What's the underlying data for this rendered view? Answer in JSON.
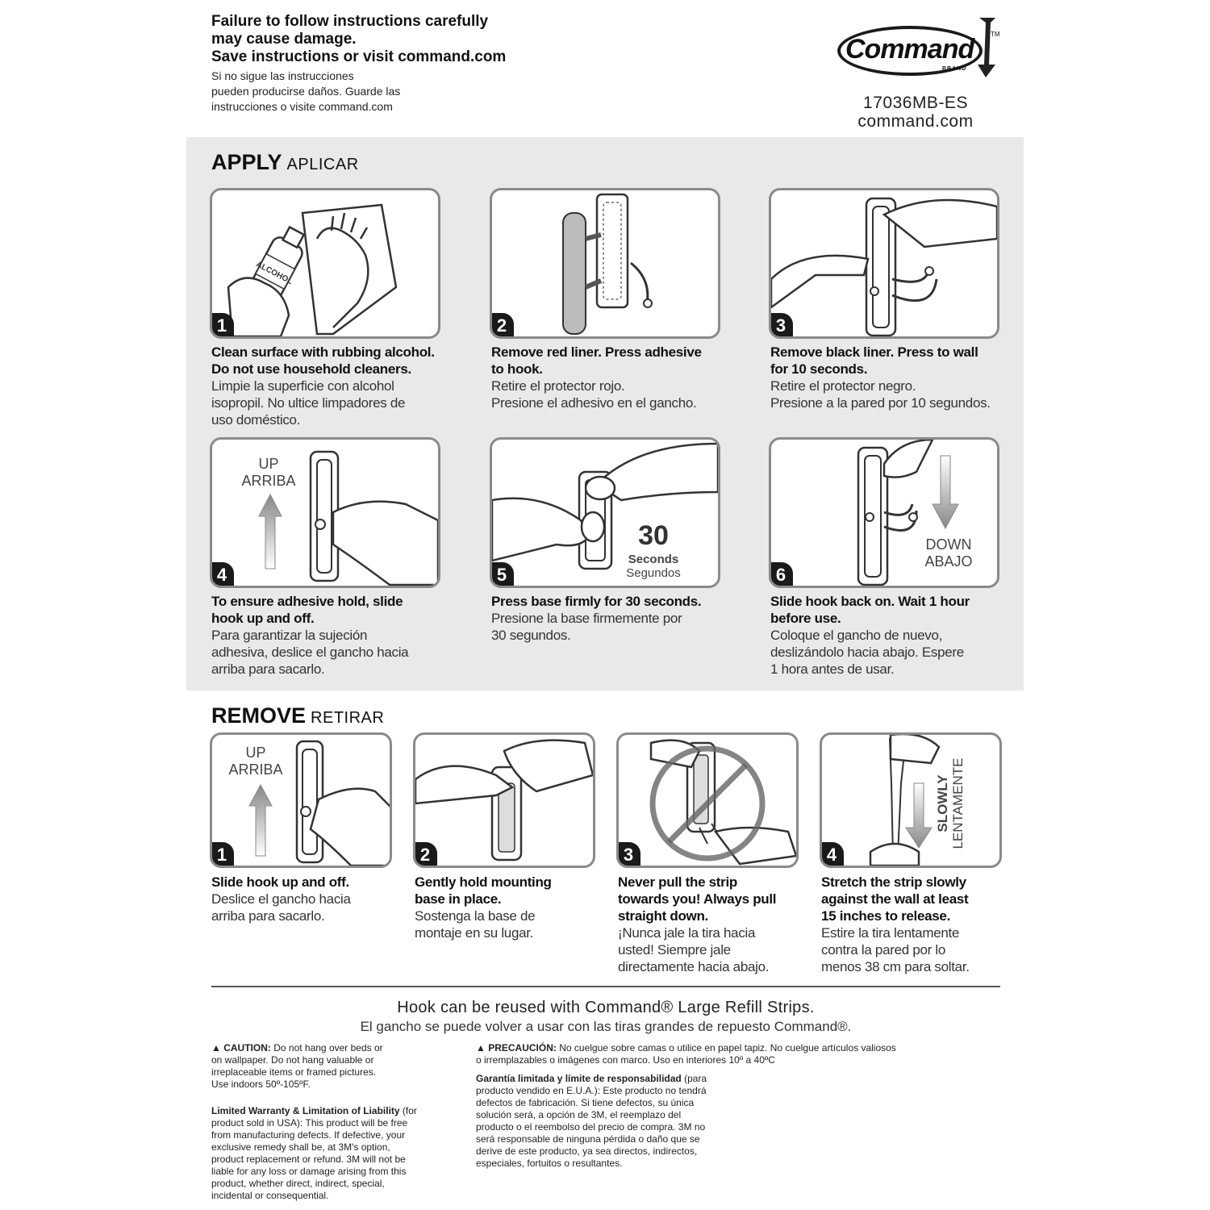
{
  "header": {
    "warning_en": [
      "Failure to follow instructions carefully",
      "may cause damage.",
      "Save instructions or visit command.com"
    ],
    "warning_es": [
      "Si no sigue las instrucciones",
      "pueden producirse daños. Guarde las",
      "instrucciones o visite command.com"
    ],
    "logo_word": "Command",
    "logo_sub": "BRAND",
    "logo_tm": "TM",
    "model": "17036MB-ES",
    "site": "command.com"
  },
  "apply": {
    "title": "APPLY",
    "subtitle": "APLICAR",
    "steps": [
      {
        "num": "1",
        "en": [
          "Clean surface with rubbing alcohol.",
          "Do not use household cleaners."
        ],
        "es": [
          "Limpie la superficie con alcohol",
          "isopropil. No ultice limpadores de",
          "uso doméstico."
        ],
        "bottle_label": "ALCOHOL"
      },
      {
        "num": "2",
        "en": [
          "Remove red liner. Press adhesive",
          "to hook."
        ],
        "es": [
          "Retire el protector rojo.",
          "Presione el adhesivo en el gancho."
        ]
      },
      {
        "num": "3",
        "en": [
          "Remove black liner. Press to wall",
          "for 10 seconds."
        ],
        "es": [
          "Retire el protector negro.",
          "Presione a la pared por 10 segundos."
        ]
      },
      {
        "num": "4",
        "en": [
          "To ensure adhesive hold, slide",
          "hook up and off."
        ],
        "es": [
          "Para garantizar la sujeción",
          "adhesiva, deslice el gancho hacia",
          "arriba para sacarlo."
        ],
        "label_en": "UP",
        "label_es": "ARRIBA"
      },
      {
        "num": "5",
        "en": [
          "Press base firmly for 30 seconds."
        ],
        "es": [
          "Presione la base firmemente por",
          "30 segundos."
        ],
        "big": "30",
        "label_en": "Seconds",
        "label_es": "Segundos"
      },
      {
        "num": "6",
        "en": [
          "Slide hook back on. Wait 1 hour",
          "before use."
        ],
        "es": [
          "Coloque el gancho de nuevo,",
          "deslizándolo hacia abajo. Espere",
          "1 hora antes de usar."
        ],
        "label_en": "DOWN",
        "label_es": "ABAJO"
      }
    ]
  },
  "remove": {
    "title": "REMOVE",
    "subtitle": "RETIRAR",
    "steps": [
      {
        "num": "1",
        "en": [
          "Slide hook up and off."
        ],
        "es": [
          "Deslice el gancho hacia",
          "arriba para sacarlo."
        ],
        "label_en": "UP",
        "label_es": "ARRIBA"
      },
      {
        "num": "2",
        "en": [
          "Gently hold mounting",
          "base in place."
        ],
        "es": [
          "Sostenga la base de",
          "montaje en su lugar."
        ]
      },
      {
        "num": "3",
        "en": [
          "Never pull the strip",
          "towards you! Always pull",
          "straight down."
        ],
        "es": [
          "¡Nunca jale la tira hacia",
          "usted! Siempre jale",
          "directamente hacia abajo."
        ]
      },
      {
        "num": "4",
        "en": [
          "Stretch the strip slowly",
          "against the wall at least",
          "15 inches to release."
        ],
        "es": [
          "Estire la tira lentamente",
          "contra la pared por lo",
          "menos 38 cm para soltar."
        ],
        "label_en": "SLOWLY",
        "label_es": "LENTAMENTE"
      }
    ]
  },
  "footer": {
    "reuse_en": "Hook can be reused with Command® Large Refill Strips.",
    "reuse_es": "El gancho se puede volver a usar con las tiras grandes de repuesto Command®.",
    "caution_head": "▲ CAUTION:",
    "caution_text": [
      "Do not hang over beds or",
      "on wallpaper. Do not hang valuable or",
      "irreplaceable items or framed pictures.",
      "Use indoors 50º-105ºF."
    ],
    "warranty_head": "Limited Warranty & Limitation of Liability",
    "warranty_text": [
      "(for",
      "product sold in USA): This product will be free",
      "from manufacturing defects. If defective, your",
      "exclusive remedy shall be, at 3M's option,",
      "product replacement or refund. 3M will not be",
      "liable for any loss or damage arising from this",
      "product, whether direct, indirect, special,",
      "incidental or consequential."
    ],
    "precaucion_head": "▲ PRECAUCIÓN:",
    "precaucion_text": [
      "No cuelgue sobre camas o utilice en papel tapiz. No cuelgue artículos valiosos",
      "o irremplazables o imágenes con marco. Uso en interiores 10º a 40ºC"
    ],
    "garantia_head": "Garantía limitada y límite de responsabilidad",
    "garantia_text": [
      "(para",
      "producto vendido en E.U.A.): Este producto no tendrá",
      "defectos de fabricación. Si tiene defectos, su única",
      "solución será, a opción de 3M, el reemplazo del",
      "producto o el reembolso del precio de compra. 3M no",
      "será responsable de ninguna pérdida o daño que se",
      "derive de este producto, ya sea directos, indirectos,",
      "especiales, fortuitos o resultantes."
    ]
  }
}
